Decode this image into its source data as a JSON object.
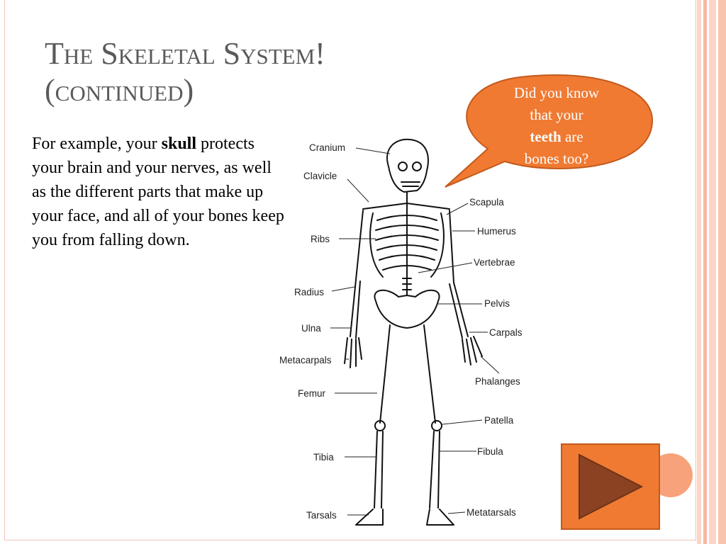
{
  "slide": {
    "title_line1": "The Skeletal System!",
    "title_line2": "(continued)",
    "body": {
      "before": "For example, your ",
      "bold": "skull",
      "after": " protects your brain and your nerves, as well as the different parts that make up your face, and all of your bones keep you from falling down."
    },
    "bubble": {
      "line1": "Did you know",
      "line2": "that your",
      "bold": "teeth",
      "after_bold": " are",
      "line4": "bones too?"
    }
  },
  "diagram_labels": {
    "cranium": "Cranium",
    "clavicle": "Clavicle",
    "scapula": "Scapula",
    "humerus": "Humerus",
    "ribs": "Ribs",
    "vertebrae": "Vertebrae",
    "radius": "Radius",
    "pelvis": "Pelvis",
    "ulna": "Ulna",
    "carpals": "Carpals",
    "metacarpals": "Metacarpals",
    "phalanges": "Phalanges",
    "femur": "Femur",
    "patella": "Patella",
    "fibula": "Fibula",
    "tibia": "Tibia",
    "tarsals": "Tarsals",
    "metatarsals": "Metatarsals"
  },
  "colors": {
    "bubble_fill": "#f07a32",
    "bubble_stroke": "#c25a1c",
    "button_fill": "#f07a32",
    "arrow_fill": "#8a4222",
    "title": "#5a5a5a",
    "stripe_light": "#fbd5c6",
    "stripe_mid": "#f7b8a0"
  },
  "icons": {
    "next": "play-triangle-icon",
    "circle": "circle-decoration-icon"
  }
}
